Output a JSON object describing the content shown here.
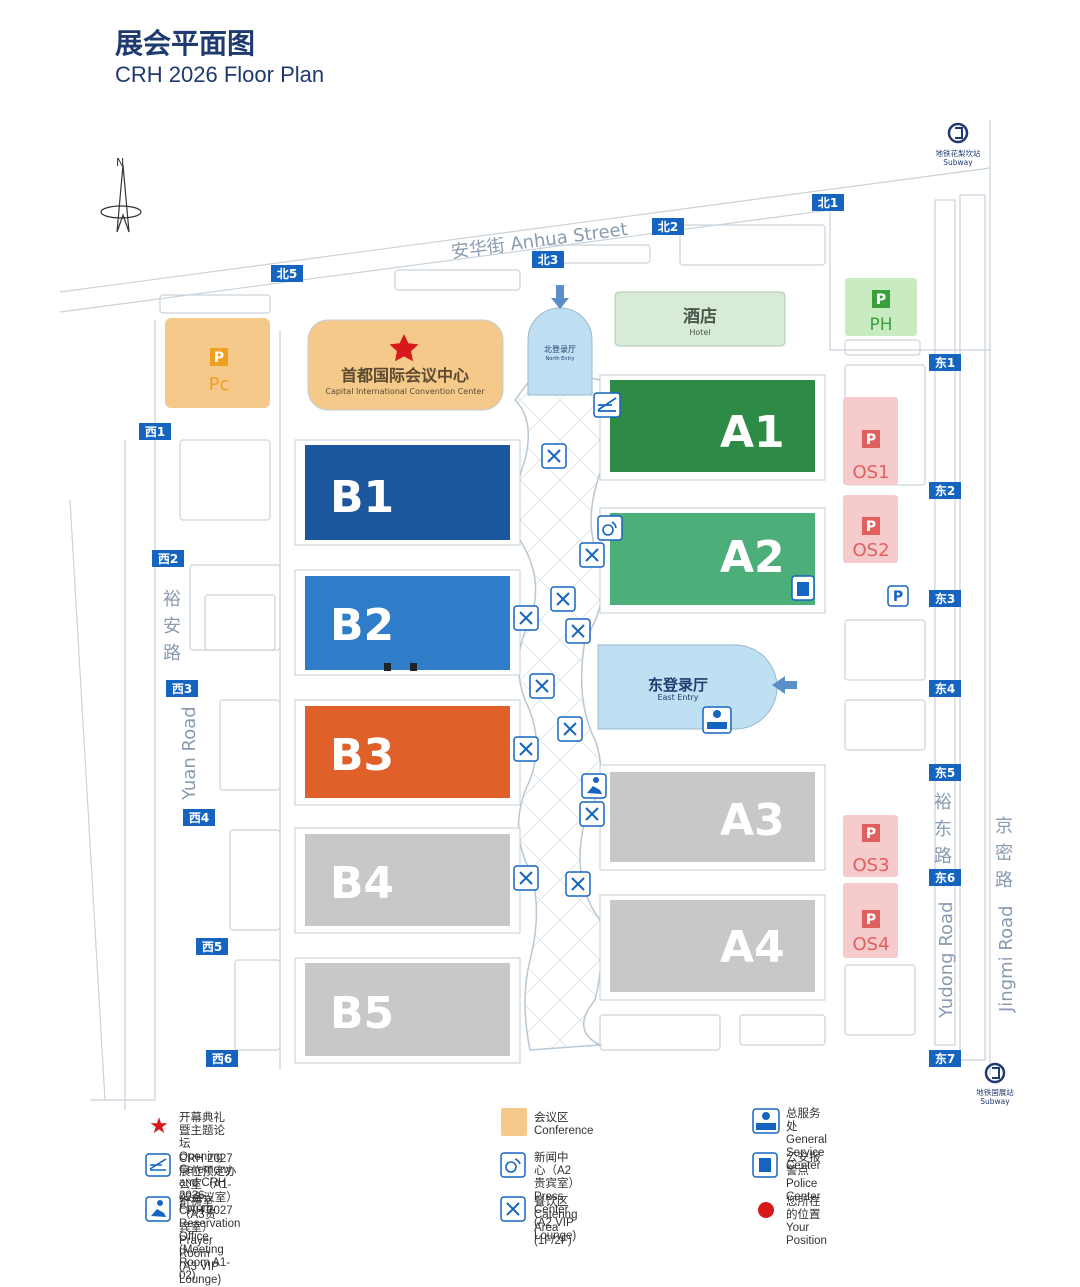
{
  "header": {
    "title_cn": "展会平面图",
    "title_en": "CRH 2026 Floor Plan"
  },
  "compass": {
    "label": "N"
  },
  "streets": {
    "north": "安华街 Anhua Street",
    "west_cn": [
      "裕",
      "安",
      "路"
    ],
    "west_en": "Yuan Road",
    "east1_cn": [
      "裕",
      "东",
      "路"
    ],
    "east1_en": "Yudong Road",
    "east2_cn": [
      "京",
      "密",
      "路"
    ],
    "east2_en": "Jingmi Road"
  },
  "gates": {
    "n1": "北1",
    "n2": "北2",
    "n3": "北3",
    "n5": "北5",
    "w1": "西1",
    "w2": "西2",
    "w3": "西3",
    "w4": "西4",
    "w5": "西5",
    "w6": "西6",
    "e1": "东1",
    "e2": "东2",
    "e3": "东3",
    "e4": "东4",
    "e5": "东5",
    "e6": "东6",
    "e7": "东7"
  },
  "subway": {
    "north_cn": "地铁花梨坎站",
    "north_en": "Subway",
    "south_cn": "地铁国展站",
    "south_en": "Subway"
  },
  "halls": {
    "a1": "A1",
    "a2": "A2",
    "a3": "A3",
    "a4": "A4",
    "b1": "B1",
    "b2": "B2",
    "b3": "B3",
    "b4": "B4",
    "b5": "B5"
  },
  "buildings": {
    "conv_cn": "首都国际会议中心",
    "conv_en": "Capital International Convention Center",
    "hotel_cn": "酒店",
    "hotel_en": "Hotel",
    "north_entry_cn": "北登录厅",
    "north_entry_en": "North Entry",
    "east_entry_cn": "东登录厅",
    "east_entry_en": "East Entry"
  },
  "parking": {
    "p": "P",
    "pc": "Pc",
    "ph": "PH",
    "os1": "OS1",
    "os2": "OS2",
    "os3": "OS3",
    "os4": "OS4"
  },
  "legend": {
    "star": {
      "cn": "开幕典礼暨主题论坛",
      "en": "Opening Ceremony and CRH 2026 Forum"
    },
    "reservation": {
      "cn": "CRH 2027 展位预定办公室（A1-02会议室）",
      "en": "CRH 2027 Reservation Office (Meeting Room A1-02)"
    },
    "prayer": {
      "cn": "祈祷室（A3贵宾室）",
      "en": "Prayer Room (A3 VIP Lounge)"
    },
    "conference": {
      "cn": "会议区",
      "en": "Conference"
    },
    "press": {
      "cn": "新闻中心（A2贵宾室）",
      "en": "Press Center (A2 VIP Lounge)"
    },
    "catering": {
      "cn": "餐饮区",
      "en": "Catering Area (1F/2F)"
    },
    "service": {
      "cn": "总服务处",
      "en": "General Service Center"
    },
    "police": {
      "cn": "公安报警点",
      "en": "Police Center"
    },
    "position": {
      "cn": "您所在的位置",
      "en": "Your Position"
    }
  },
  "colors": {
    "navy": "#1f3a6e",
    "gate_blue": "#1565c0",
    "a1": "#2e8b45",
    "a2": "#4caf7a",
    "b1": "#1c569c",
    "b2": "#2f7cc9",
    "b3": "#e0602a",
    "gray_hall": "#c8c8c8",
    "conference": "#f5c98a",
    "hotel": "#d8ead8",
    "parking_green": "#c9ebc2",
    "parking_pink": "#f6cbcb",
    "entry": "#bfe0f3",
    "red": "#d7191c"
  }
}
